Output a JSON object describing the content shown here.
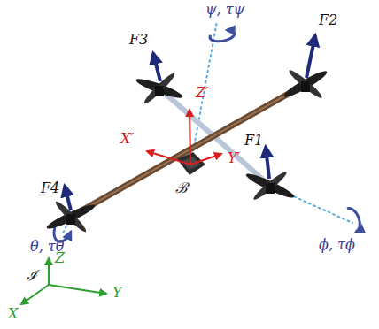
{
  "diagram": {
    "labels": [
      "ψ, τψ",
      "F2",
      "F3",
      "Z′",
      "F1",
      "X′",
      "Y′",
      "ℬ",
      "F4",
      "θ, τθ",
      "ϕ, τϕ",
      "Z",
      "ℐ",
      "Y",
      "X"
    ]
  }
}
